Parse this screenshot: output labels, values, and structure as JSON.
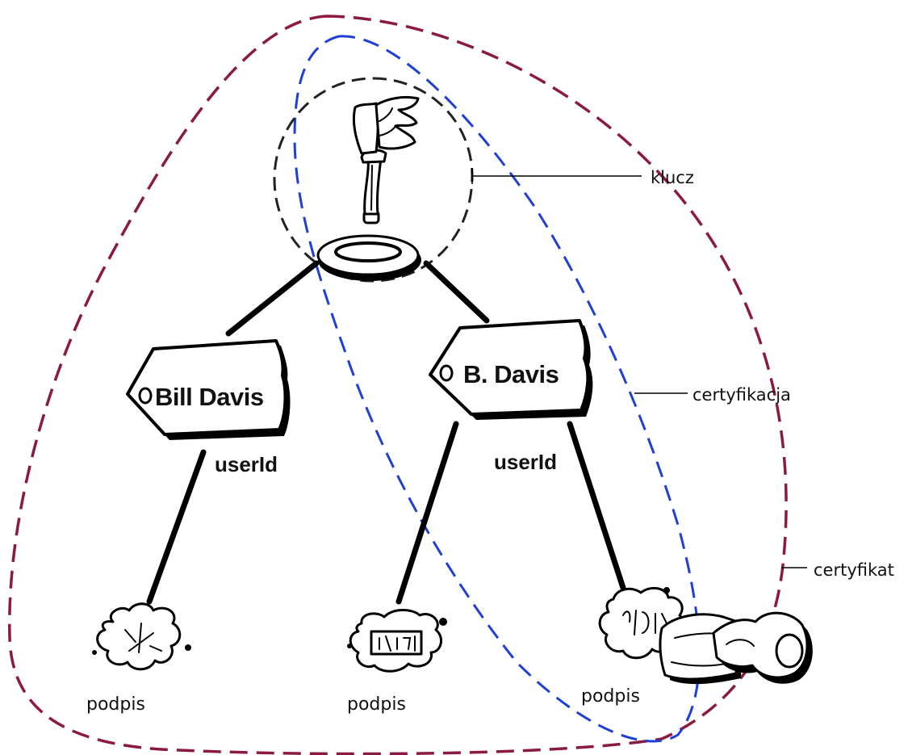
{
  "colors": {
    "certificate_outline": "#8b1a3f",
    "certification_outline": "#1f3fd6",
    "key_outline": "#222222",
    "ink": "#000000",
    "background": "#ffffff"
  },
  "callouts": {
    "key": "klucz",
    "certification": "certyfikacja",
    "certificate": "certyfikat"
  },
  "tags": {
    "left": "Bill Davis",
    "right": "B. Davis"
  },
  "user_ids": {
    "left": "userId",
    "right": "userId"
  },
  "signatures": {
    "left": "podpis",
    "middle": "podpis",
    "right": "podpis"
  },
  "icons": {
    "key": "key-icon",
    "tag": "tag-icon",
    "signature": "signature-stamp-icon",
    "key_on_signature": "key-icon"
  }
}
